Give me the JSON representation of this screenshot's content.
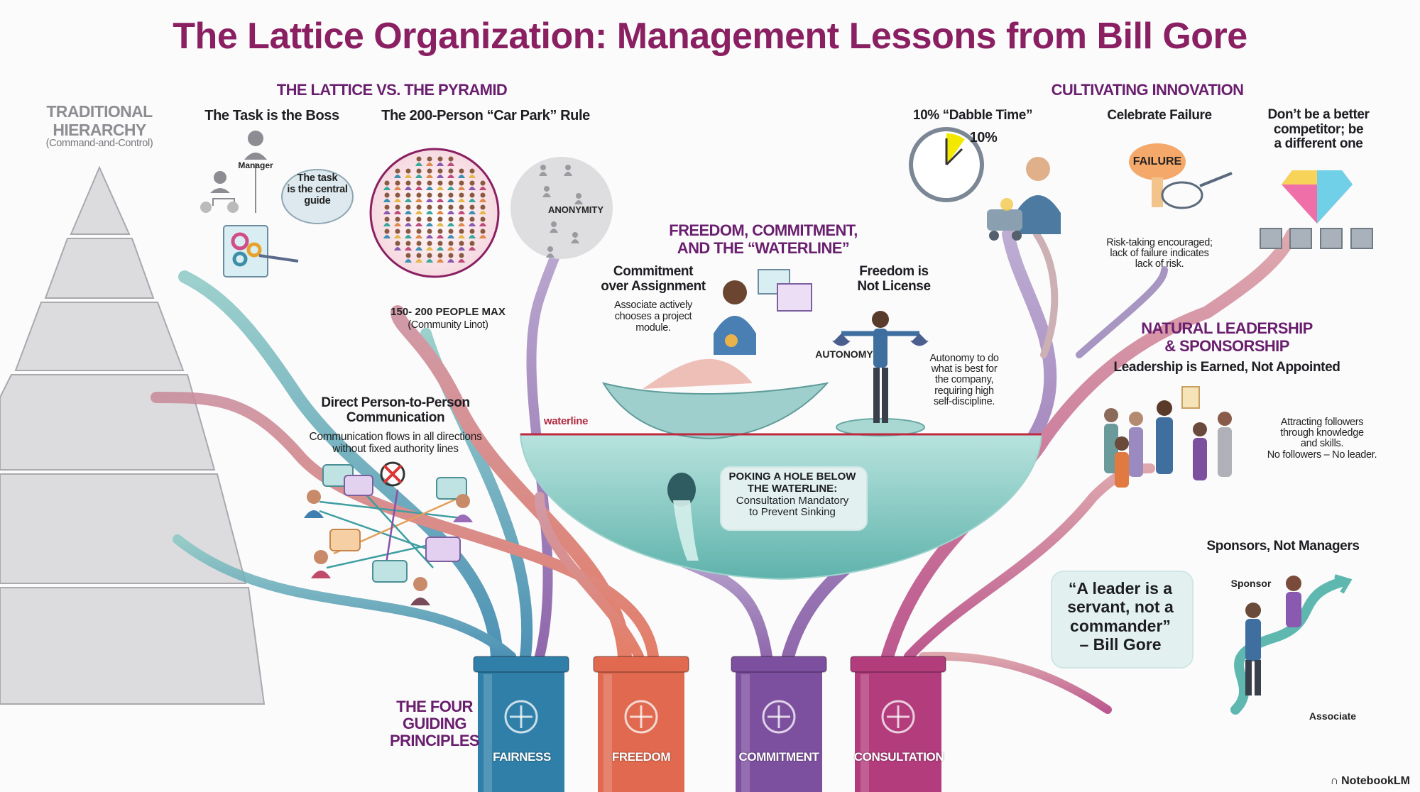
{
  "title": "The Lattice Organization: Management Lessons from Bill Gore",
  "lattice": {
    "header": "THE LATTICE VS. THE PYRAMID",
    "hierarchy": {
      "title_line1": "TRADITIONAL",
      "title_line2": "HIERARCHY",
      "subtitle": "(Command-and-Control)"
    },
    "task_boss": {
      "title": "The Task is the Boss",
      "manager_label": "Manager",
      "bubble_line1": "The task",
      "bubble_line2": "is the central",
      "bubble_line3": "guide"
    },
    "car_park": {
      "title": "The 200-Person “Car Park” Rule",
      "anonymity": "ANONYMITY",
      "max": "150- 200 PEOPLE MAX",
      "limit": "(Community Linot)"
    },
    "communication": {
      "title_line1": "Direct Person-to-Person",
      "title_line2": "Communication",
      "desc_line1": "Communication flows in all directions",
      "desc_line2": "without fixed authority lines"
    }
  },
  "freedom": {
    "header_line1": "FREEDOM, COMMITMENT,",
    "header_line2": "AND THE “WATERLINE”",
    "commitment": {
      "title_line1": "Commitment",
      "title_line2": "over Assignment",
      "desc_line1": "Associate actively",
      "desc_line2": "chooses a project",
      "desc_line3": "module."
    },
    "license": {
      "title_line1": "Freedom is",
      "title_line2": "Not License",
      "autonomy": "AUTONOMY",
      "desc_line1": "Autonomy to do",
      "desc_line2": "what is best for",
      "desc_line3": "the company,",
      "desc_line4": "requiring high",
      "desc_line5": "self-discipline."
    },
    "waterline_label": "waterline",
    "poking": {
      "title_line1": "POKING A HOLE BELOW",
      "title_line2": "THE WATERLINE:",
      "desc_line1": "Consultation Mandatory",
      "desc_line2": "to Prevent Sinking"
    }
  },
  "innovation": {
    "header": "CULTIVATING INNOVATION",
    "dabble": {
      "title": "10% “Dabble Time”",
      "pct": "10%",
      "fraction": 0.1
    },
    "failure": {
      "title": "Celebrate Failure",
      "badge": "FAILURE",
      "desc_line1": "Risk-taking encouraged;",
      "desc_line2": "lack of failure indicates",
      "desc_line3": "lack of risk."
    },
    "different": {
      "title_line1": "Don’t be a better",
      "title_line2": "competitor; be",
      "title_line3": "a different one"
    }
  },
  "leadership": {
    "header_line1": "NATURAL LEADERSHIP",
    "header_line2": "& SPONSORSHIP",
    "subtitle": "Leadership is Earned, Not Appointed",
    "desc_line1": "Attracting followers",
    "desc_line2": "through knowledge",
    "desc_line3": "and skills.",
    "desc_line4": "No followers – No leader."
  },
  "sponsors": {
    "title": "Sponsors, Not Managers",
    "sponsor_label": "Sponsor",
    "associate_label": "Associate",
    "quote_line1": "“A leader is a",
    "quote_line2": "servant, not a",
    "quote_line3": "commander”",
    "quote_line4": "– Bill Gore"
  },
  "principles": {
    "header_line1": "THE FOUR",
    "header_line2": "GUIDING",
    "header_line3": "PRINCIPLES",
    "pillars": [
      {
        "label": "FAIRNESS",
        "icon": "scales-icon",
        "color": "#2f7fa8"
      },
      {
        "label": "FREEDOM",
        "icon": "dove-icon",
        "color": "#e0694f"
      },
      {
        "label": "COMMITMENT",
        "icon": "handshake-icon",
        "color": "#7d4f9f"
      },
      {
        "label": "CONSULTATION",
        "icon": "people-chat-icon",
        "color": "#b23c7c"
      }
    ]
  },
  "brand": "NotebookLM",
  "colors": {
    "title": "#8a1f62",
    "section": "#6a1f6e",
    "waterline": "#c0283f",
    "water": "#7cc8c0"
  }
}
